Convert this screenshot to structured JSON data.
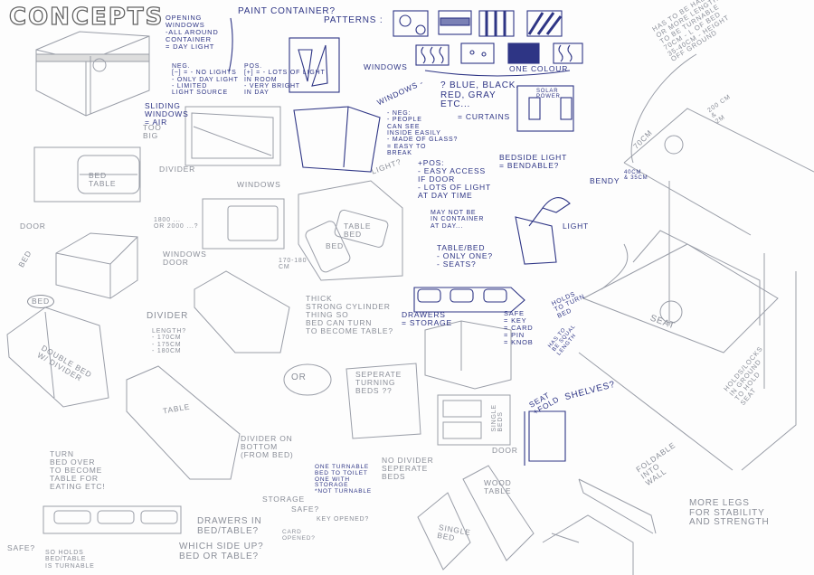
{
  "title": "CONCEPTS",
  "colors": {
    "pen": "#2e3585",
    "pencil": "#8a8e98",
    "paper": "#fdfdfd"
  },
  "labels": {
    "opening_windows": "OPENING\nWINDOWS\n-ALL AROUND\nCONTAINER\n= DAY LIGHT",
    "paint_container": "PAINT CONTAINER?",
    "patterns": "PATTERNS :",
    "neg_lights": "NEG.\n[−] = - NO LIGHTS\n- ONLY DAY LIGHT\n- LIMITED\nLIGHT SOURCE",
    "pos_lights": "POS.\n[+] = - LOTS OF LIGHT\nIN ROOM\n- VERY BRIGHT\nIN DAY",
    "sliding_windows": "SLIDING\nWINDOWS\n= AIR",
    "too_big": "TOO\nBIG",
    "windows_1": "WINDOWS",
    "windows_2": "WINDOWS -",
    "windows_neg": "- NEG:\n- PEOPLE\nCAN SEE\nINSIDE EASILY\n- MADE OF GLASS?\n= EASY TO\nBREAK",
    "colours": "? BLUE, BLACK,\nRED, GRAY\nETC...",
    "curtains": "= CURTAINS",
    "one_colour": "ONE COLOUR",
    "solar_power": "SOLAR\nPOWER",
    "windows_pos": "+POS:\n- EASY ACCESS\nIF DOOR\n- LOTS OF LIGHT\nAT DAY TIME",
    "may_not_be": "MAY NOT BE\nIN CONTAINER\nAT DAY...",
    "light_q": "LIGHT?",
    "bedside_light": "BEDSIDE LIGHT\n= BENDABLE?",
    "light": "LIGHT",
    "bendy": "BENDY",
    "bendy_height": "40cm\n& 35cm",
    "table_bed_only": "TABLE/BED\n- ONLY ONE?\n- SEATS?",
    "half_length": "HAS TO BE HALF\nOR MORE LENGTH\nTO BE TURNABLE\n70cm - L of Bed\n35-40cm - height\noff ground",
    "length_200": "200 cm\n&\n2m",
    "width_70": "70cm",
    "divider_1": "DIVIDER",
    "bed_table": "BED\nTABLE",
    "windows_3": "WINDOWS",
    "door_1": "DOOR",
    "size_1800": "1800 ...\nor 2000 ...?",
    "windows_door": "WINDOWS\nDOOR",
    "bed_rot": "BED",
    "table_bed": "TABLE\nBED",
    "bed_2": "BED",
    "size_170": "170-180\ncm",
    "thick_cylinder": "THICK\nSTRONG CYLINDER\nTHING SO\nBED CAN TURN\nTO BECOME TABLE?",
    "bed_circle": "BED",
    "divider_2": "DIVIDER",
    "length_q": "LENGTH?\n- 170cm\n- 175cm\n- 180cm",
    "double_bed": "DOUBLE BED\nW/ DIVIDER",
    "table_1": "TABLE",
    "divider_bottom": "DIVIDER ON\nBOTTOM\n(FROM BED)",
    "or": "OR",
    "separate_beds": "SEPERATE\nTURNING\nBEDS ??",
    "no_divider": "NO DIVIDER\nSEPERATE\nBEDS",
    "one_turnable": "ONE TURNABLE\nBED TO TOILET\nONE WITH\nSTORAGE\n*NOT TURNABLE",
    "turn_bed_over": "TURN\nBED OVER\nTO BECOME\nTABLE FOR\nEATING ETC!",
    "storage": "STORAGE",
    "safe_q": "SAFE?",
    "key_opened": "KEY OPENED?",
    "card_opened": "CARD\nOPENED?",
    "drawers_in_bed": "DRAWERS IN\nBED/TABLE?",
    "which_side": "WHICH SIDE UP?\nBED OR TABLE?",
    "safe_2": "SAFE?",
    "so_holds": "SO HOLDS\nBED/TABLE\nIS TURNABLE",
    "drawers_storage": "DRAWERS\n= STORAGE",
    "safe_options": "SAFE\n= KEY\n= CARD\n= PIN\n= KNOB",
    "holds_to_turn": "HOLDS\nTO TURN\nBED",
    "equal_length": "HAS TO\nBE SQUAL\nLENGTH",
    "seat_fold": "SEAT\n+FOLD",
    "shelves": "SHELVES?",
    "single_beds": "SINGLE\nBEDS",
    "door_2": "DOOR",
    "wood_table": "WOOD\nTABLE",
    "single_bed": "SINGLE\nBED",
    "seat": "SEAT",
    "holds_locks": "HOLDS/LOCKS\nIN GROUND\nTO HOLD\nSEAT",
    "foldable": "FOLDABLE\nINTO\nWALL",
    "more_legs": "MORE LEGS\nFOR STABILITY\nAND STRENGTH"
  }
}
